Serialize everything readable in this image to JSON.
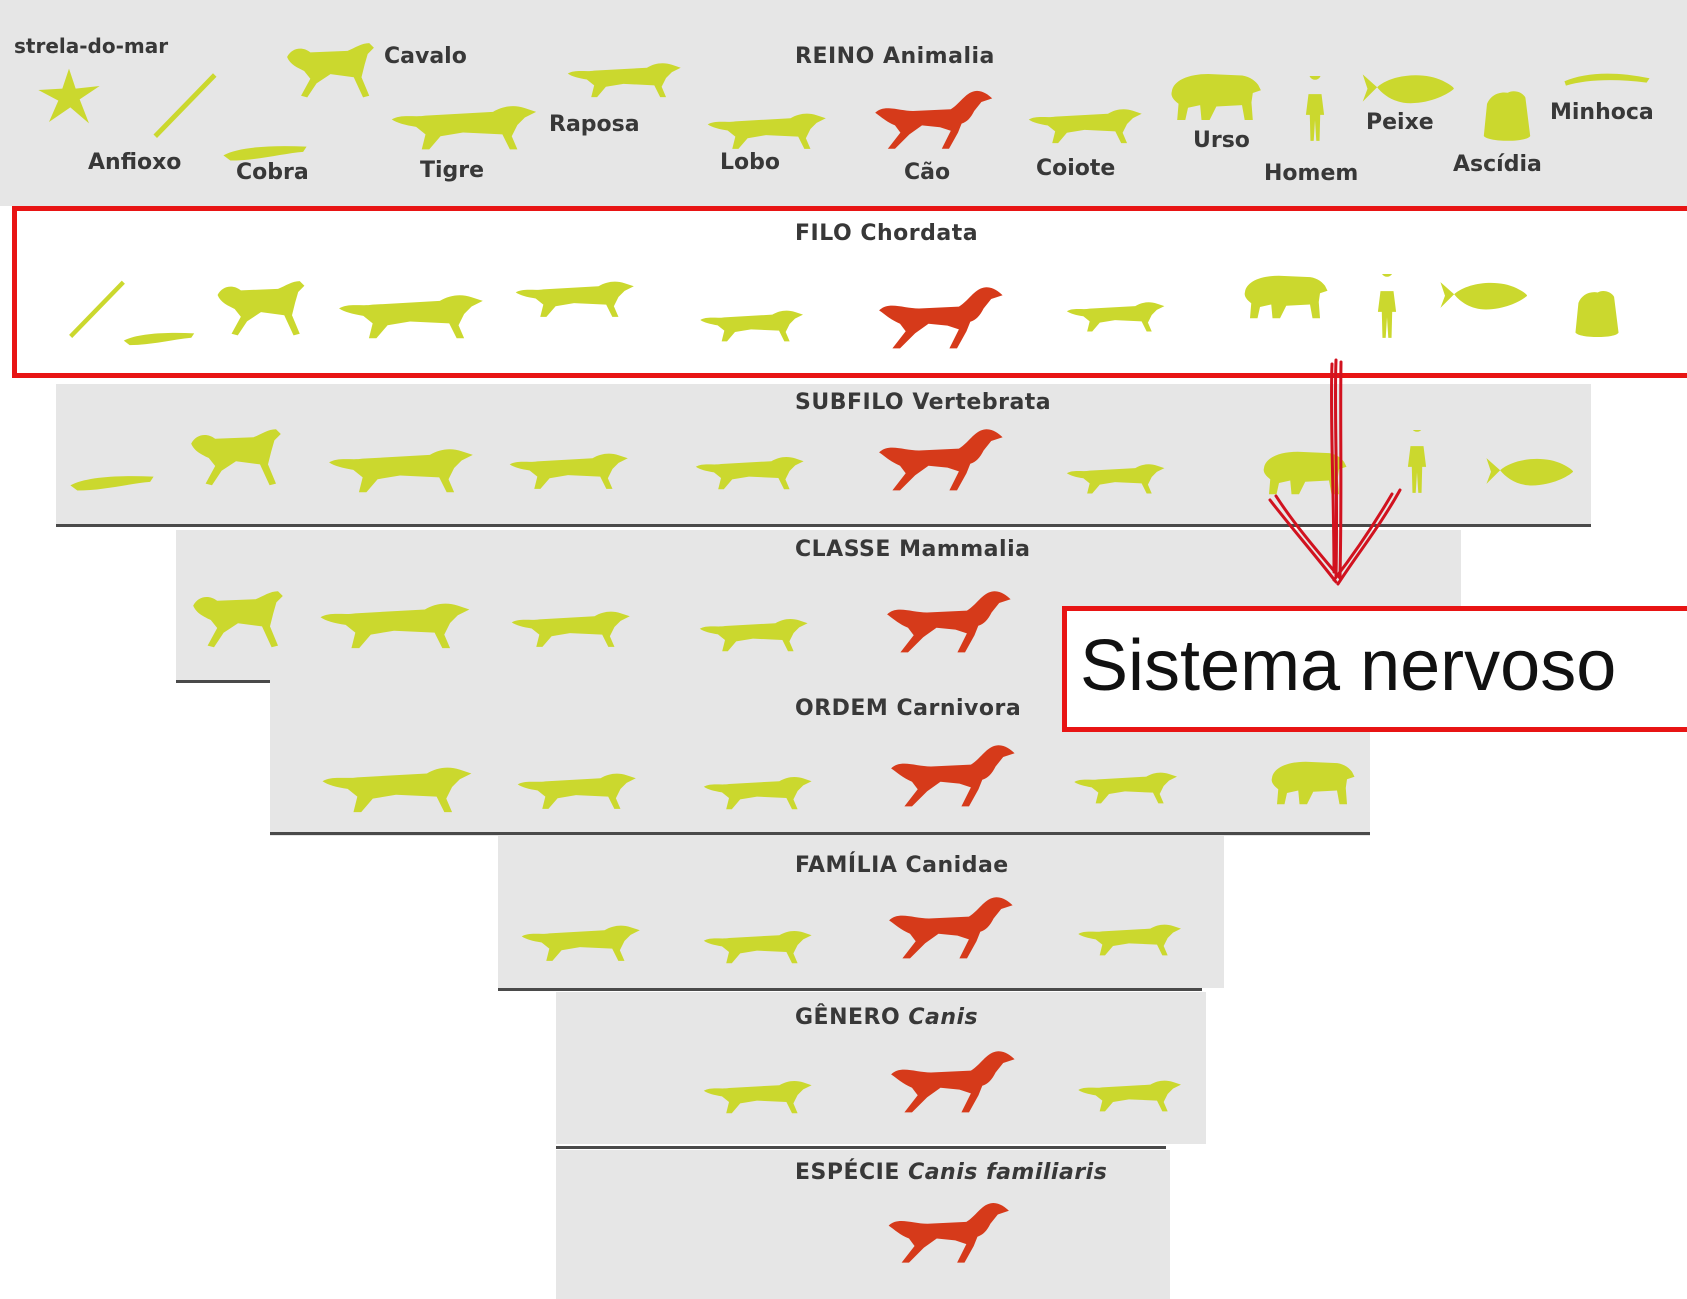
{
  "colors": {
    "ingroup": "#cbd82e",
    "focus": "#d63a1a",
    "callout": "#e81414"
  },
  "levels": [
    {
      "rank": "REINO",
      "taxon": "Animalia",
      "italic": false
    },
    {
      "rank": "FILO",
      "taxon": "Chordata",
      "italic": false
    },
    {
      "rank": "SUBFILO",
      "taxon": "Vertebrata",
      "italic": false
    },
    {
      "rank": "CLASSE",
      "taxon": "Mammalia",
      "italic": false
    },
    {
      "rank": "ORDEM",
      "taxon": "Carnivora",
      "italic": false
    },
    {
      "rank": "FAMÍLIA",
      "taxon": "Canidae",
      "italic": false
    },
    {
      "rank": "GÊNERO",
      "taxon": "Canis",
      "italic": true
    },
    {
      "rank": "ESPÉCIE",
      "taxon": "Canis familiaris",
      "italic": true
    }
  ],
  "animal_labels": {
    "estrela": "strela-do-mar",
    "anfioxo": "Anfioxo",
    "cobra": "Cobra",
    "cavalo": "Cavalo",
    "tigre": "Tigre",
    "raposa": "Raposa",
    "lobo": "Lobo",
    "cao": "Cão",
    "coiote": "Coiote",
    "urso": "Urso",
    "homem": "Homem",
    "peixe": "Peixe",
    "ascidia": "Ascídia",
    "minhoca": "Minhoca"
  },
  "callout": {
    "text": "Sistema nervoso"
  }
}
